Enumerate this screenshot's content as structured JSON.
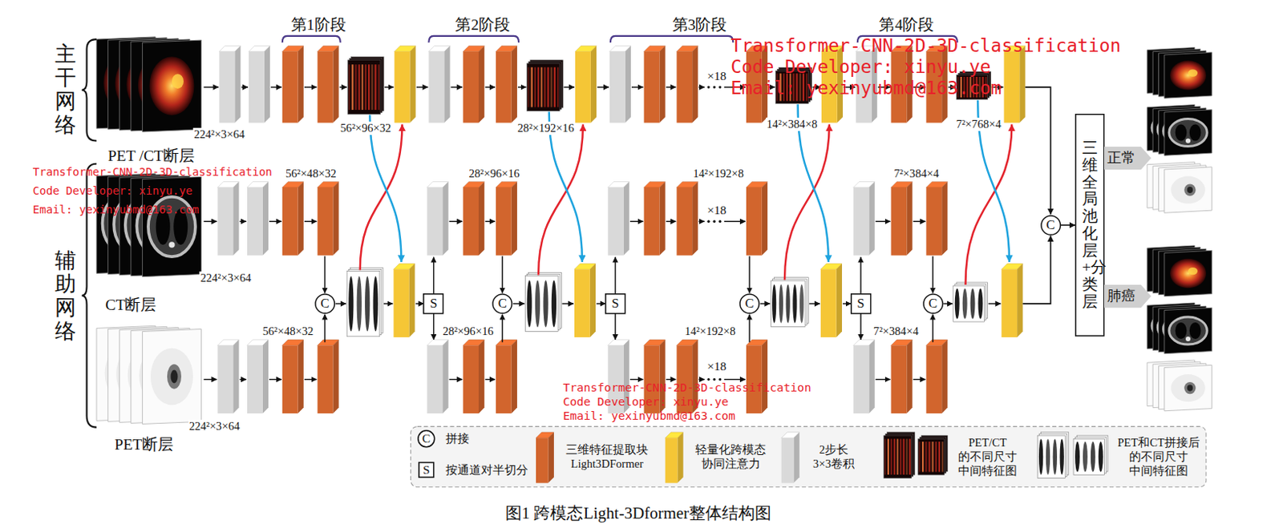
{
  "diagram": {
    "caption": "图1 跨模态Light-3Dformer整体结构图",
    "nodes": [
      {
        "text": [
          "C"
        ]
      },
      {
        "text": [
          "S"
        ]
      },
      {
        "text": [
          "C"
        ]
      },
      {
        "text": [
          "S"
        ]
      },
      {
        "text": [
          "C"
        ]
      },
      {
        "text": [
          "S"
        ]
      },
      {
        "text": [
          "C"
        ]
      },
      {
        "text": [
          "C"
        ]
      },
      {
        "text": [
          "三维全局池化层+分类层"
        ]
      },
      {
        "text": [
          "正常"
        ]
      },
      {
        "text": [
          "肺癌"
        ]
      }
    ],
    "edges": [
      {
        "from": 7,
        "to": 8,
        "arrow": "to"
      }
    ],
    "labels": [
      "第1阶段",
      "第2阶段",
      "第3阶段",
      "Transformer-CNN-2D-3D-classification",
      "第4阶段",
      "Code Developer: xinyu.ye",
      "Email: yexinyubmd@163.com",
      "主干网络",
      "×18",
      "224²×3×64",
      "56²×96×32",
      "28²×192×16",
      "14²×384×8",
      "7²×768×4",
      "PET /CT断层",
      "Transformer-CNN-2D-3D-classification",
      "Code Developer: xinyu.ye",
      "Email: yexinyubmd@163.com",
      "56²×48×32",
      "28²×96×16",
      "14²×192×8",
      "7²×384×4",
      "×18",
      "224²×3×64",
      "辅助网络",
      "CT断层",
      "56²×48×32",
      "28²×96×16",
      "14²×192×8",
      "7²×384×4",
      "×18",
      "Transformer-CNN-2D-3D-classification",
      "Code Developer: xinyu.ye",
      "Email: yexinyubmd@163.com",
      "224²×3×64",
      "PET断层",
      "C",
      "S"
    ],
    "legend": [
      {
        "text": "拼接"
      },
      {
        "text": "按通道对半切分"
      },
      {
        "text": "三维特征提取块 Light3DFormer",
        "color": "#d2652d"
      },
      {
        "text": "轻量化跨模态 协同注意力",
        "color": "#f5c636"
      },
      {
        "text": "2步长 3×3卷积",
        "color": "#d9d9d9"
      },
      {
        "text": "PET/CT 的不同尺寸 中间特征图"
      },
      {
        "text": "PET和CT拼接后 的不同尺寸 中间特征图"
      }
    ]
  }
}
